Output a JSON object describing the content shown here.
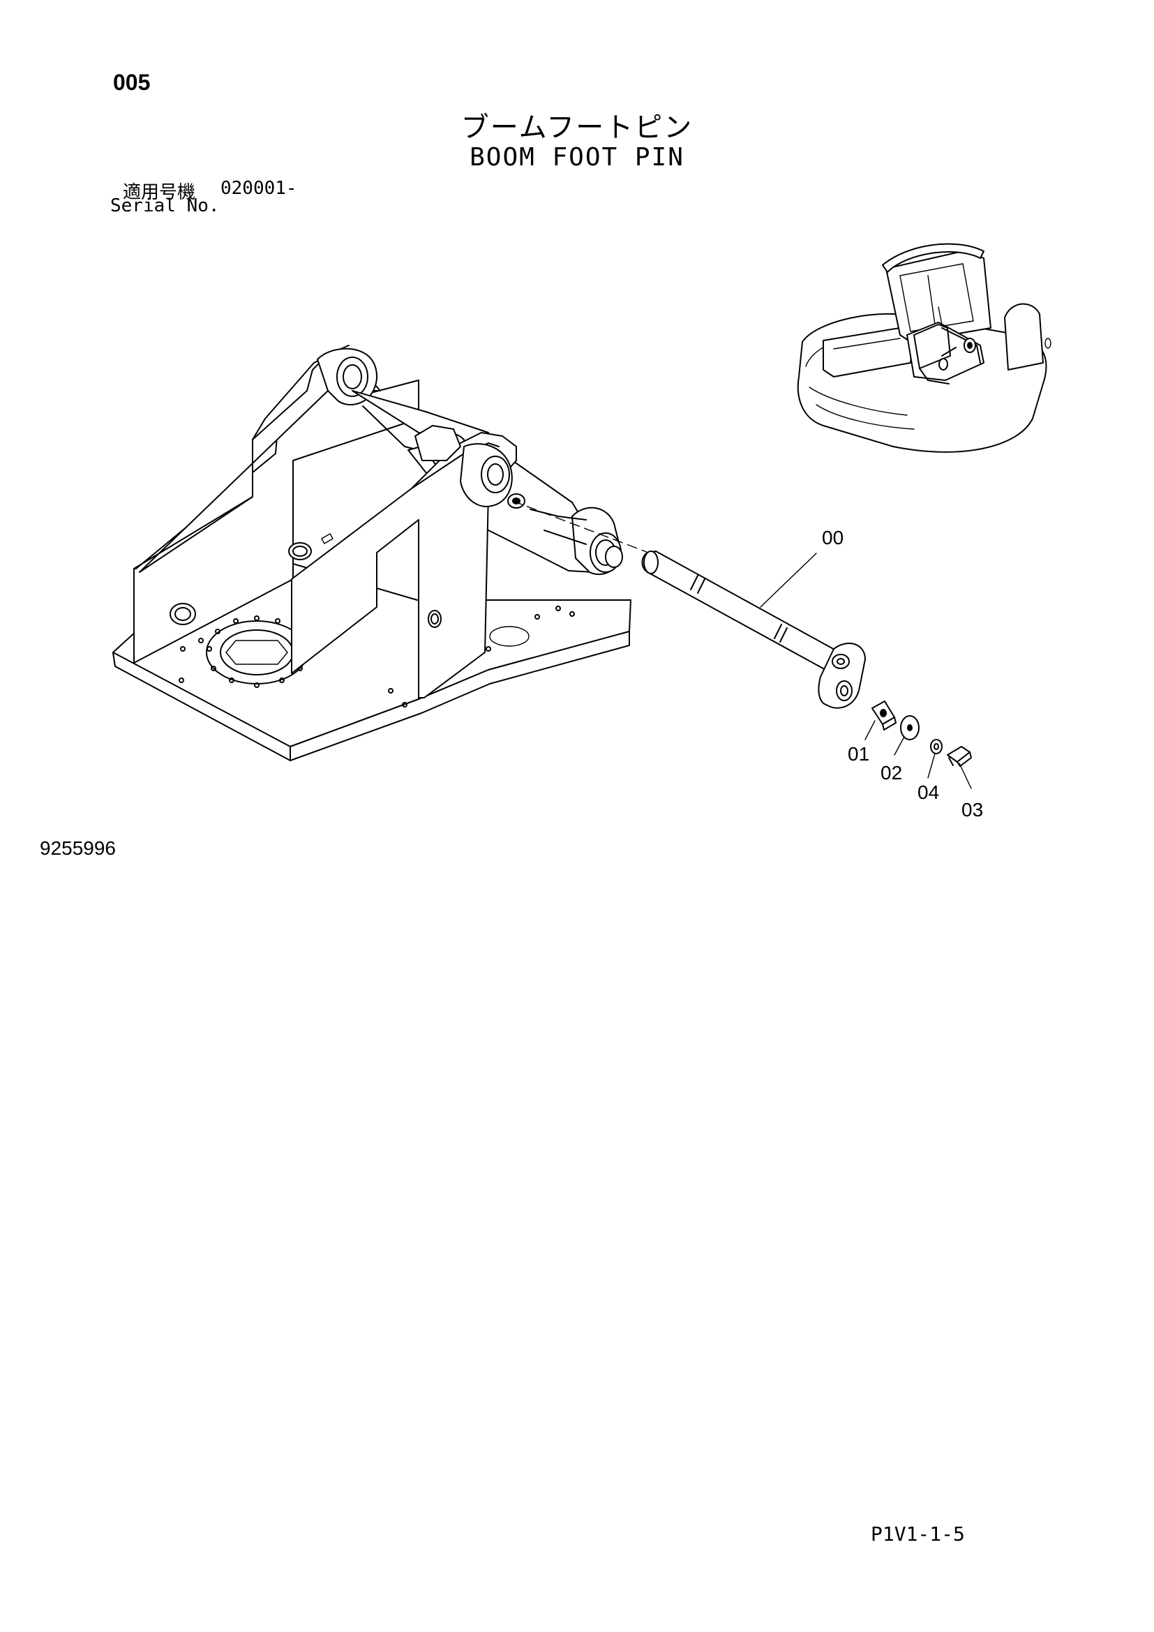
{
  "header": {
    "page_number": "005",
    "title_jp": "ブームフートピン",
    "title_en": "BOOM FOOT PIN"
  },
  "serial": {
    "label_jp": "適用号機",
    "value": "020001-",
    "label_en": "Serial No."
  },
  "callouts": {
    "part_00": "00",
    "part_01": "01",
    "part_02": "02",
    "part_03": "03",
    "part_04": "04"
  },
  "footer": {
    "drawing_number": "9255996",
    "page_code": "P1V1-1-5"
  }
}
